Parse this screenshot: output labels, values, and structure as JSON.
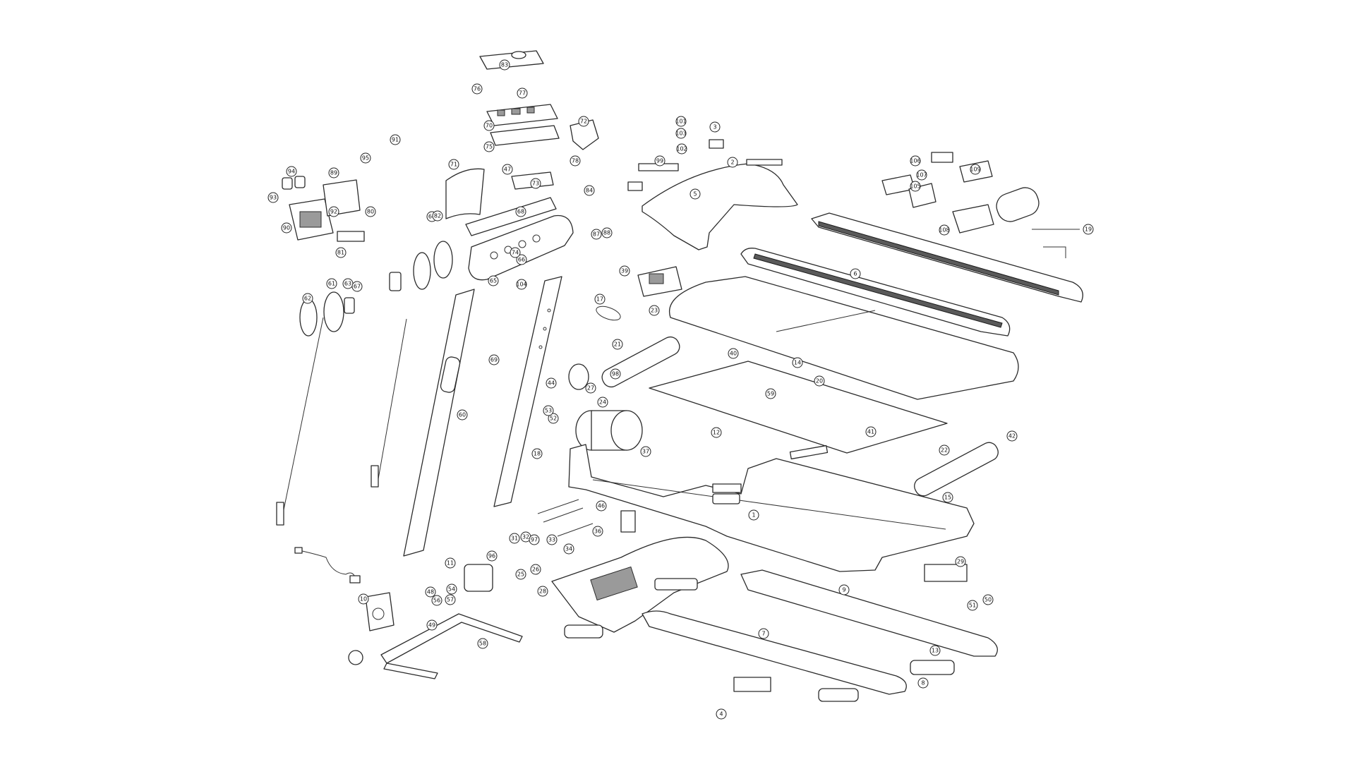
{
  "diagram": {
    "callouts": [
      "1",
      "2",
      "3",
      "4",
      "5",
      "6",
      "7",
      "8",
      "9",
      "10",
      "11",
      "12",
      "13",
      "14",
      "15",
      "17",
      "18",
      "19",
      "20",
      "21",
      "22",
      "23",
      "24",
      "25",
      "26",
      "27",
      "28",
      "29",
      "31",
      "32",
      "33",
      "34",
      "36",
      "37",
      "39",
      "40",
      "41",
      "42",
      "44",
      "46",
      "47",
      "48",
      "49",
      "50",
      "51",
      "52",
      "53",
      "54",
      "56",
      "57",
      "58",
      "59",
      "60",
      "61",
      "62",
      "63",
      "64",
      "65",
      "66",
      "67",
      "68",
      "69",
      "70",
      "71",
      "72",
      "73",
      "74",
      "75",
      "76",
      "77",
      "78",
      "80",
      "81",
      "82",
      "83",
      "84",
      "87",
      "88",
      "89",
      "90",
      "91",
      "92",
      "93",
      "94",
      "95",
      "96",
      "97",
      "98",
      "99",
      "101",
      "102",
      "103",
      "104",
      "105",
      "106",
      "107",
      "108",
      "109"
    ]
  }
}
